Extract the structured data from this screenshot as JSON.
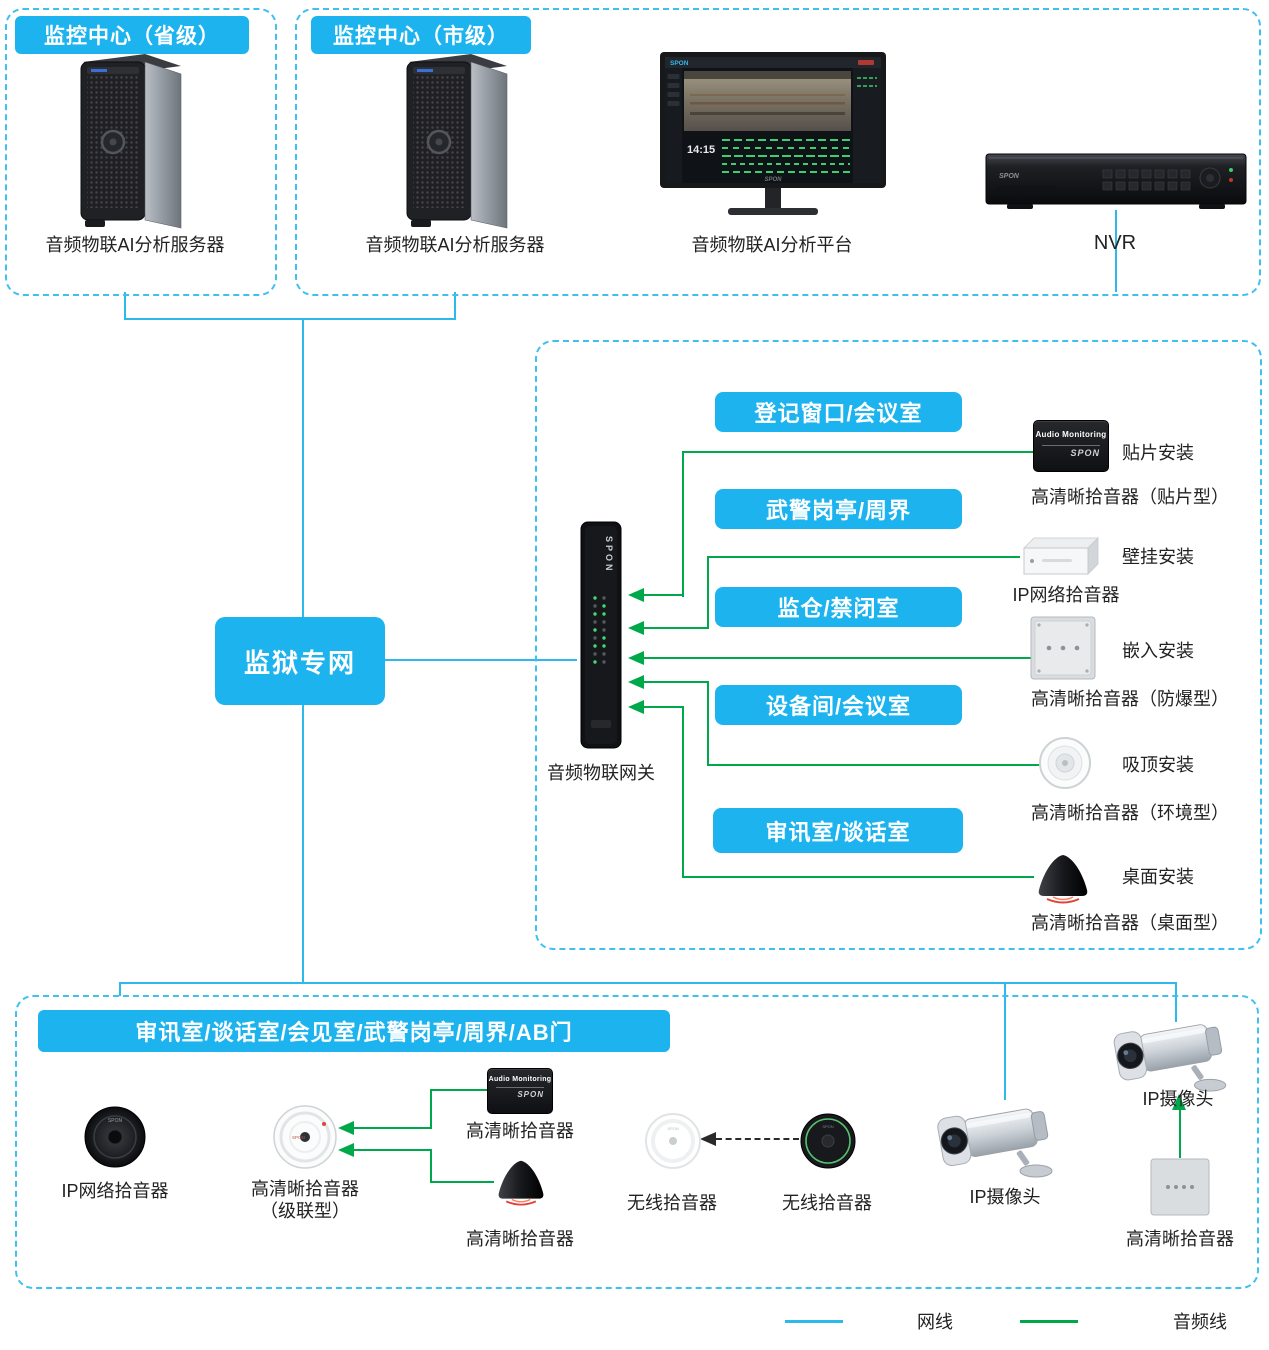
{
  "colors": {
    "accent_cyan": "#1db3ee",
    "dashed_border_cyan": "#3fc1f0",
    "network_line_cyan": "#2db9ec",
    "audio_line_green": "#00a84c"
  },
  "brand": "SPON",
  "provincial_center": {
    "title": "监控中心（省级）",
    "server_label": "音频物联AI分析服务器"
  },
  "city_center": {
    "title": "监控中心（市级）",
    "server_label": "音频物联AI分析服务器",
    "platform_label": "音频物联AI分析平台",
    "nvr_label": "NVR"
  },
  "platform_screen": {
    "time": "14:15",
    "brand": "SPON"
  },
  "network_node": {
    "label": "监狱专网"
  },
  "gateway": {
    "label": "音频物联网关",
    "brand": "SPON"
  },
  "zones": [
    {
      "label": "登记窗口/会议室"
    },
    {
      "label": "武警岗亭/周界"
    },
    {
      "label": "监仓/禁闭室"
    },
    {
      "label": "设备间/会议室"
    },
    {
      "label": "审讯室/谈话室"
    }
  ],
  "pickups": [
    {
      "install": "贴片安装",
      "device": "高清晰拾音器（贴片型）"
    },
    {
      "install": "壁挂安装",
      "device": "IP网络拾音器"
    },
    {
      "install": "嵌入安装",
      "device": "高清晰拾音器（防爆型）"
    },
    {
      "install": "吸顶安装",
      "device": "高清晰拾音器（环境型）"
    },
    {
      "install": "桌面安装",
      "device": "高清晰拾音器（桌面型）"
    }
  ],
  "am_device": {
    "line1": "Audio Monitoring",
    "brand": "SPON"
  },
  "bottom_section": {
    "title": "审讯室/谈话室/会见室/武警岗亭/周界/AB门",
    "devices": [
      {
        "label": "IP网络拾音器"
      },
      {
        "label": "高清晰拾音器",
        "label2": "（级联型）"
      },
      {
        "label": "高清晰拾音器"
      },
      {
        "label": "高清晰拾音器"
      },
      {
        "label": "无线拾音器"
      },
      {
        "label": "无线拾音器"
      },
      {
        "label": "IP摄像头"
      },
      {
        "label": "IP摄像头"
      },
      {
        "label": "高清晰拾音器"
      }
    ]
  },
  "legend": {
    "network": "网线",
    "audio": "音频线"
  }
}
